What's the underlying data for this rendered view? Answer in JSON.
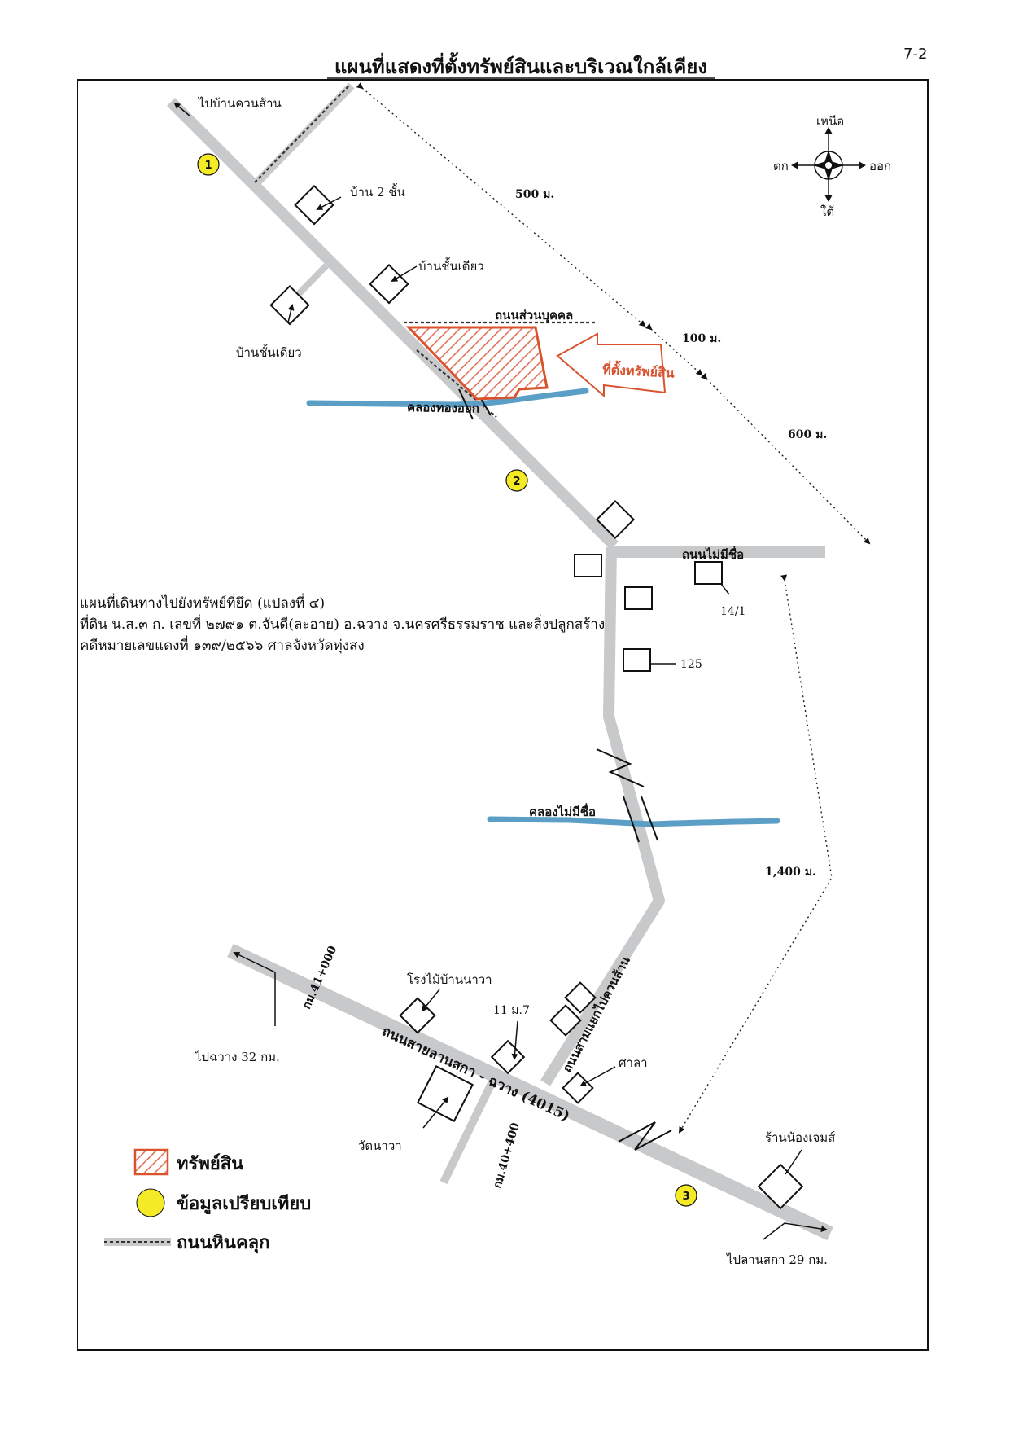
{
  "page_number": "7-2",
  "title": "แผนที่แสดงที่ตั้งทรัพย์สินและบริเวณใกล้เคียง",
  "compass": {
    "north": "เหนือ",
    "south": "ใต้",
    "east": "ออก",
    "west": "ตก"
  },
  "labels": {
    "to_ban_khuan_san": "ไปบ้านควนส้าน",
    "house_2_floor": "บ้าน 2 ชั้น",
    "house_single_floor_right": "บ้านชั้นเดียว",
    "house_single_floor_left": "บ้านชั้นเดียว",
    "private_road": "ถนนส่วนบุคคล",
    "property_location": "ที่ตั้งทรัพย์สิน",
    "khlong_thong_ok": "คลองทองออก",
    "unnamed_road": "ถนนไม่มีชื่อ",
    "house_14_1": "14/1",
    "house_125": "125",
    "khlong_unnamed": "คลองไม่มีชื่อ",
    "sawmill": "โรงไม้บ้านนาวา",
    "house_11_m7": "11 ม.7",
    "sala": "ศาลา",
    "wat_nawa": "วัดนาวา",
    "shop_nong_james": "ร้านน้องเจมส์",
    "to_chawang": "ไปฉวาง 32 กม.",
    "to_lan_saka": "ไปลานสกา 29 กม.",
    "km_41": "กม.41+000",
    "km_40": "กม.40+400",
    "main_road": "ถนนสายลานสกา - ฉวาง (4015)",
    "junction_road": "ถนนสามแยกไปควนส้าน"
  },
  "distances": {
    "d500": "500 ม.",
    "d100": "100 ม.",
    "d600": "600 ม.",
    "d1400": "1,400 ม."
  },
  "comparables": [
    "1",
    "2",
    "3"
  ],
  "note_lines": [
    "แผนที่เดินทางไปยังทรัพย์ที่ยึด (แปลงที่ ๔)",
    "ที่ดิน น.ส.๓ ก. เลขที่ ๒๗๙๑  ต.จันดี(ละอาย) อ.ฉวาง จ.นครศรีธรรมราช และสิ่งปลูกสร้าง",
    "คดีหมายเลขแดงที่ ๑๓๙/๒๕๖๖  ศาลจังหวัดทุ่งสง"
  ],
  "legend": {
    "property": "ทรัพย์สิน",
    "comparable": "ข้อมูลเปรียบเทียบ",
    "gravel_road": "ถนนหินคลุก"
  },
  "colors": {
    "road": "#c8c9cb",
    "canal": "#5b9fc6",
    "property": "#d9532f",
    "comparable": "#f4ea25"
  }
}
